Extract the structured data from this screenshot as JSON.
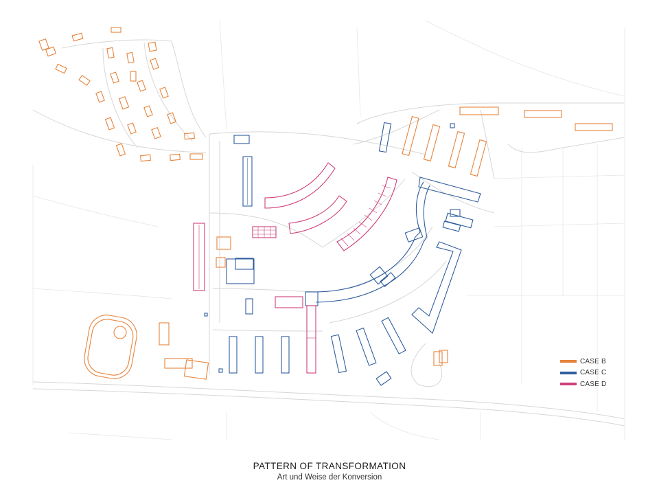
{
  "legend": {
    "items": [
      {
        "label": "CASE B",
        "color": "#e8833a"
      },
      {
        "label": "CASE C",
        "color": "#2f5e9e"
      },
      {
        "label": "CASE D",
        "color": "#cf3f7a"
      }
    ]
  },
  "caption": {
    "title": "PATTERN OF TRANSFORMATION",
    "subtitle": "Art und Weise der Konversion"
  }
}
